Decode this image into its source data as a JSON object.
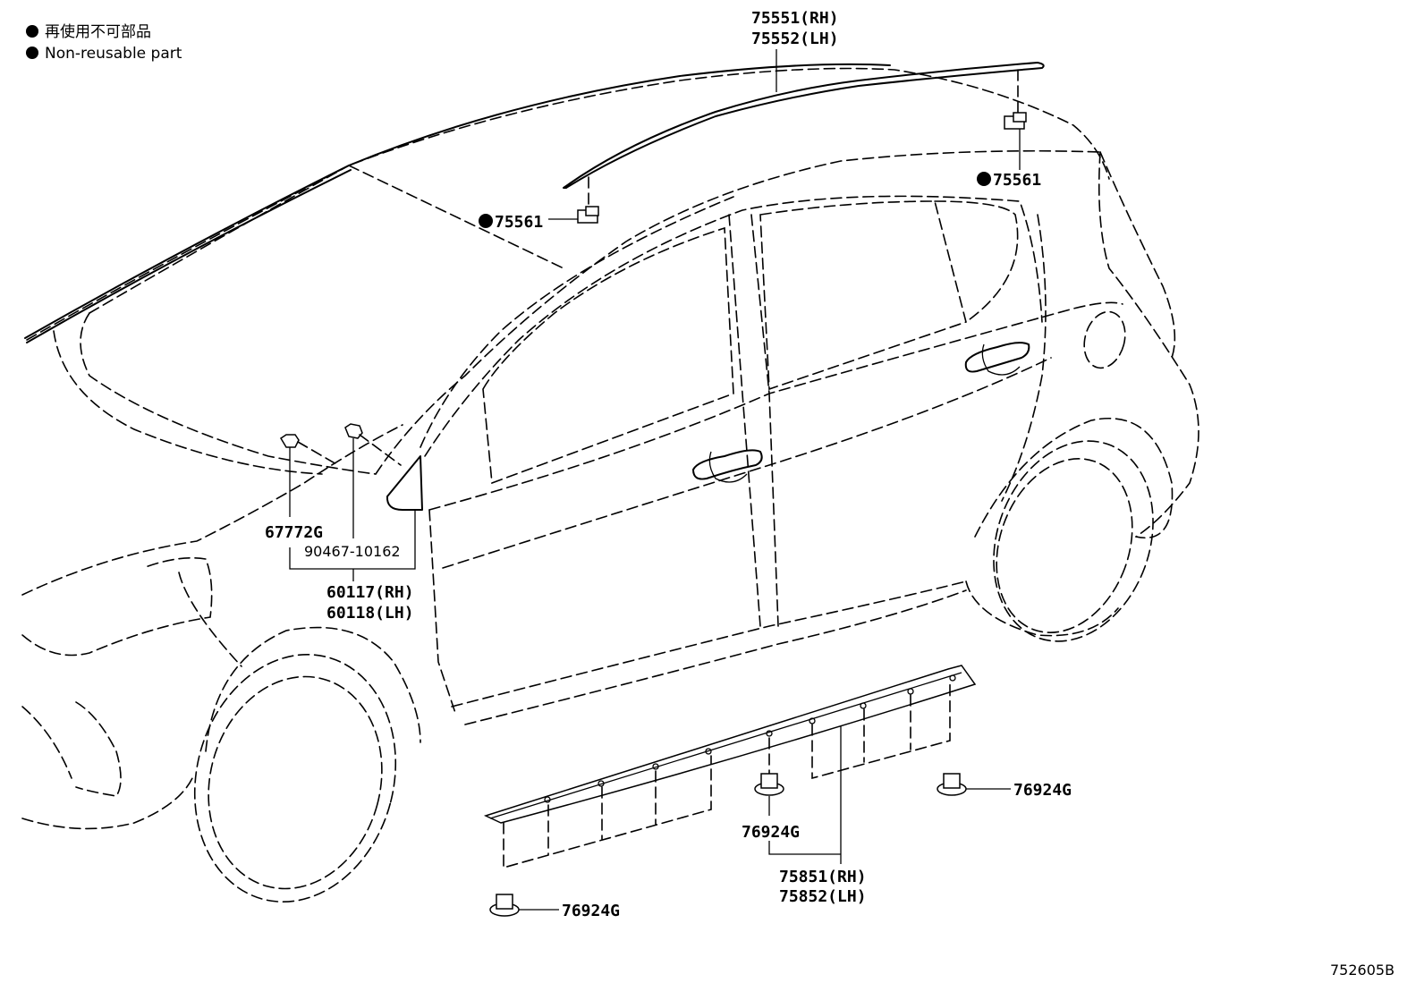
{
  "legend": {
    "jp": "再使用不可部品",
    "en": "Non-reusable part"
  },
  "labels": {
    "roof_rh": "75551(RH)",
    "roof_lh": "75552(LH)",
    "clip_right": "75561",
    "clip_left": "75561",
    "clip_67772g": "67772G",
    "screw": "90467-10162",
    "mirror_rh": "60117(RH)",
    "mirror_lh": "60118(LH)",
    "nut_right": "76924G",
    "nut_center": "76924G",
    "nut_bottom": "76924G",
    "sill_rh": "75851(RH)",
    "sill_lh": "75852(LH)"
  },
  "diagram_code": "752605B"
}
